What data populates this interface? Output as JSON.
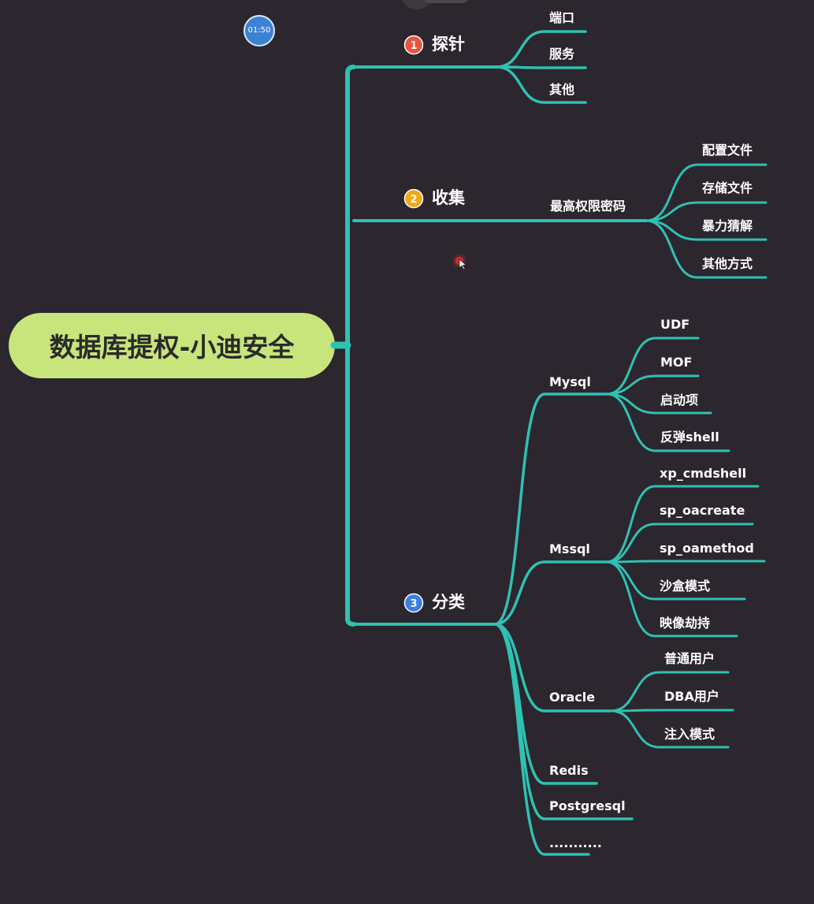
{
  "timer": "01:50",
  "root": "数据库提权-小迪安全",
  "branches": [
    {
      "badge": "1",
      "badge_color": "#e8533f",
      "label": "探针",
      "children": [
        {
          "label": "端口",
          "children": []
        },
        {
          "label": "服务",
          "children": []
        },
        {
          "label": "其他",
          "children": []
        }
      ]
    },
    {
      "badge": "2",
      "badge_color": "#f0a818",
      "label": "收集",
      "children": [
        {
          "label": "最高权限密码",
          "children": [
            "配置文件",
            "存储文件",
            "暴力猜解",
            "其他方式"
          ]
        }
      ]
    },
    {
      "badge": "3",
      "badge_color": "#3b7de0",
      "label": "分类",
      "children": [
        {
          "label": "Mysql",
          "children": [
            "UDF",
            "MOF",
            "启动项",
            "反弹shell"
          ]
        },
        {
          "label": "Mssql",
          "children": [
            "xp_cmdshell",
            "sp_oacreate",
            "sp_oamethod",
            "沙盒模式",
            "映像劫持"
          ]
        },
        {
          "label": "Oracle",
          "children": [
            "普通用户",
            "DBA用户",
            "注入模式"
          ]
        },
        {
          "label": "Redis",
          "children": []
        },
        {
          "label": "Postgresql",
          "children": []
        },
        {
          "label": "...........",
          "children": []
        }
      ]
    }
  ],
  "colors": {
    "background": "#2c262e",
    "branch": "#2fc1b2",
    "root_fill": "#c7e57b"
  },
  "icons": {
    "cursor": "mouse-pointer-icon"
  }
}
